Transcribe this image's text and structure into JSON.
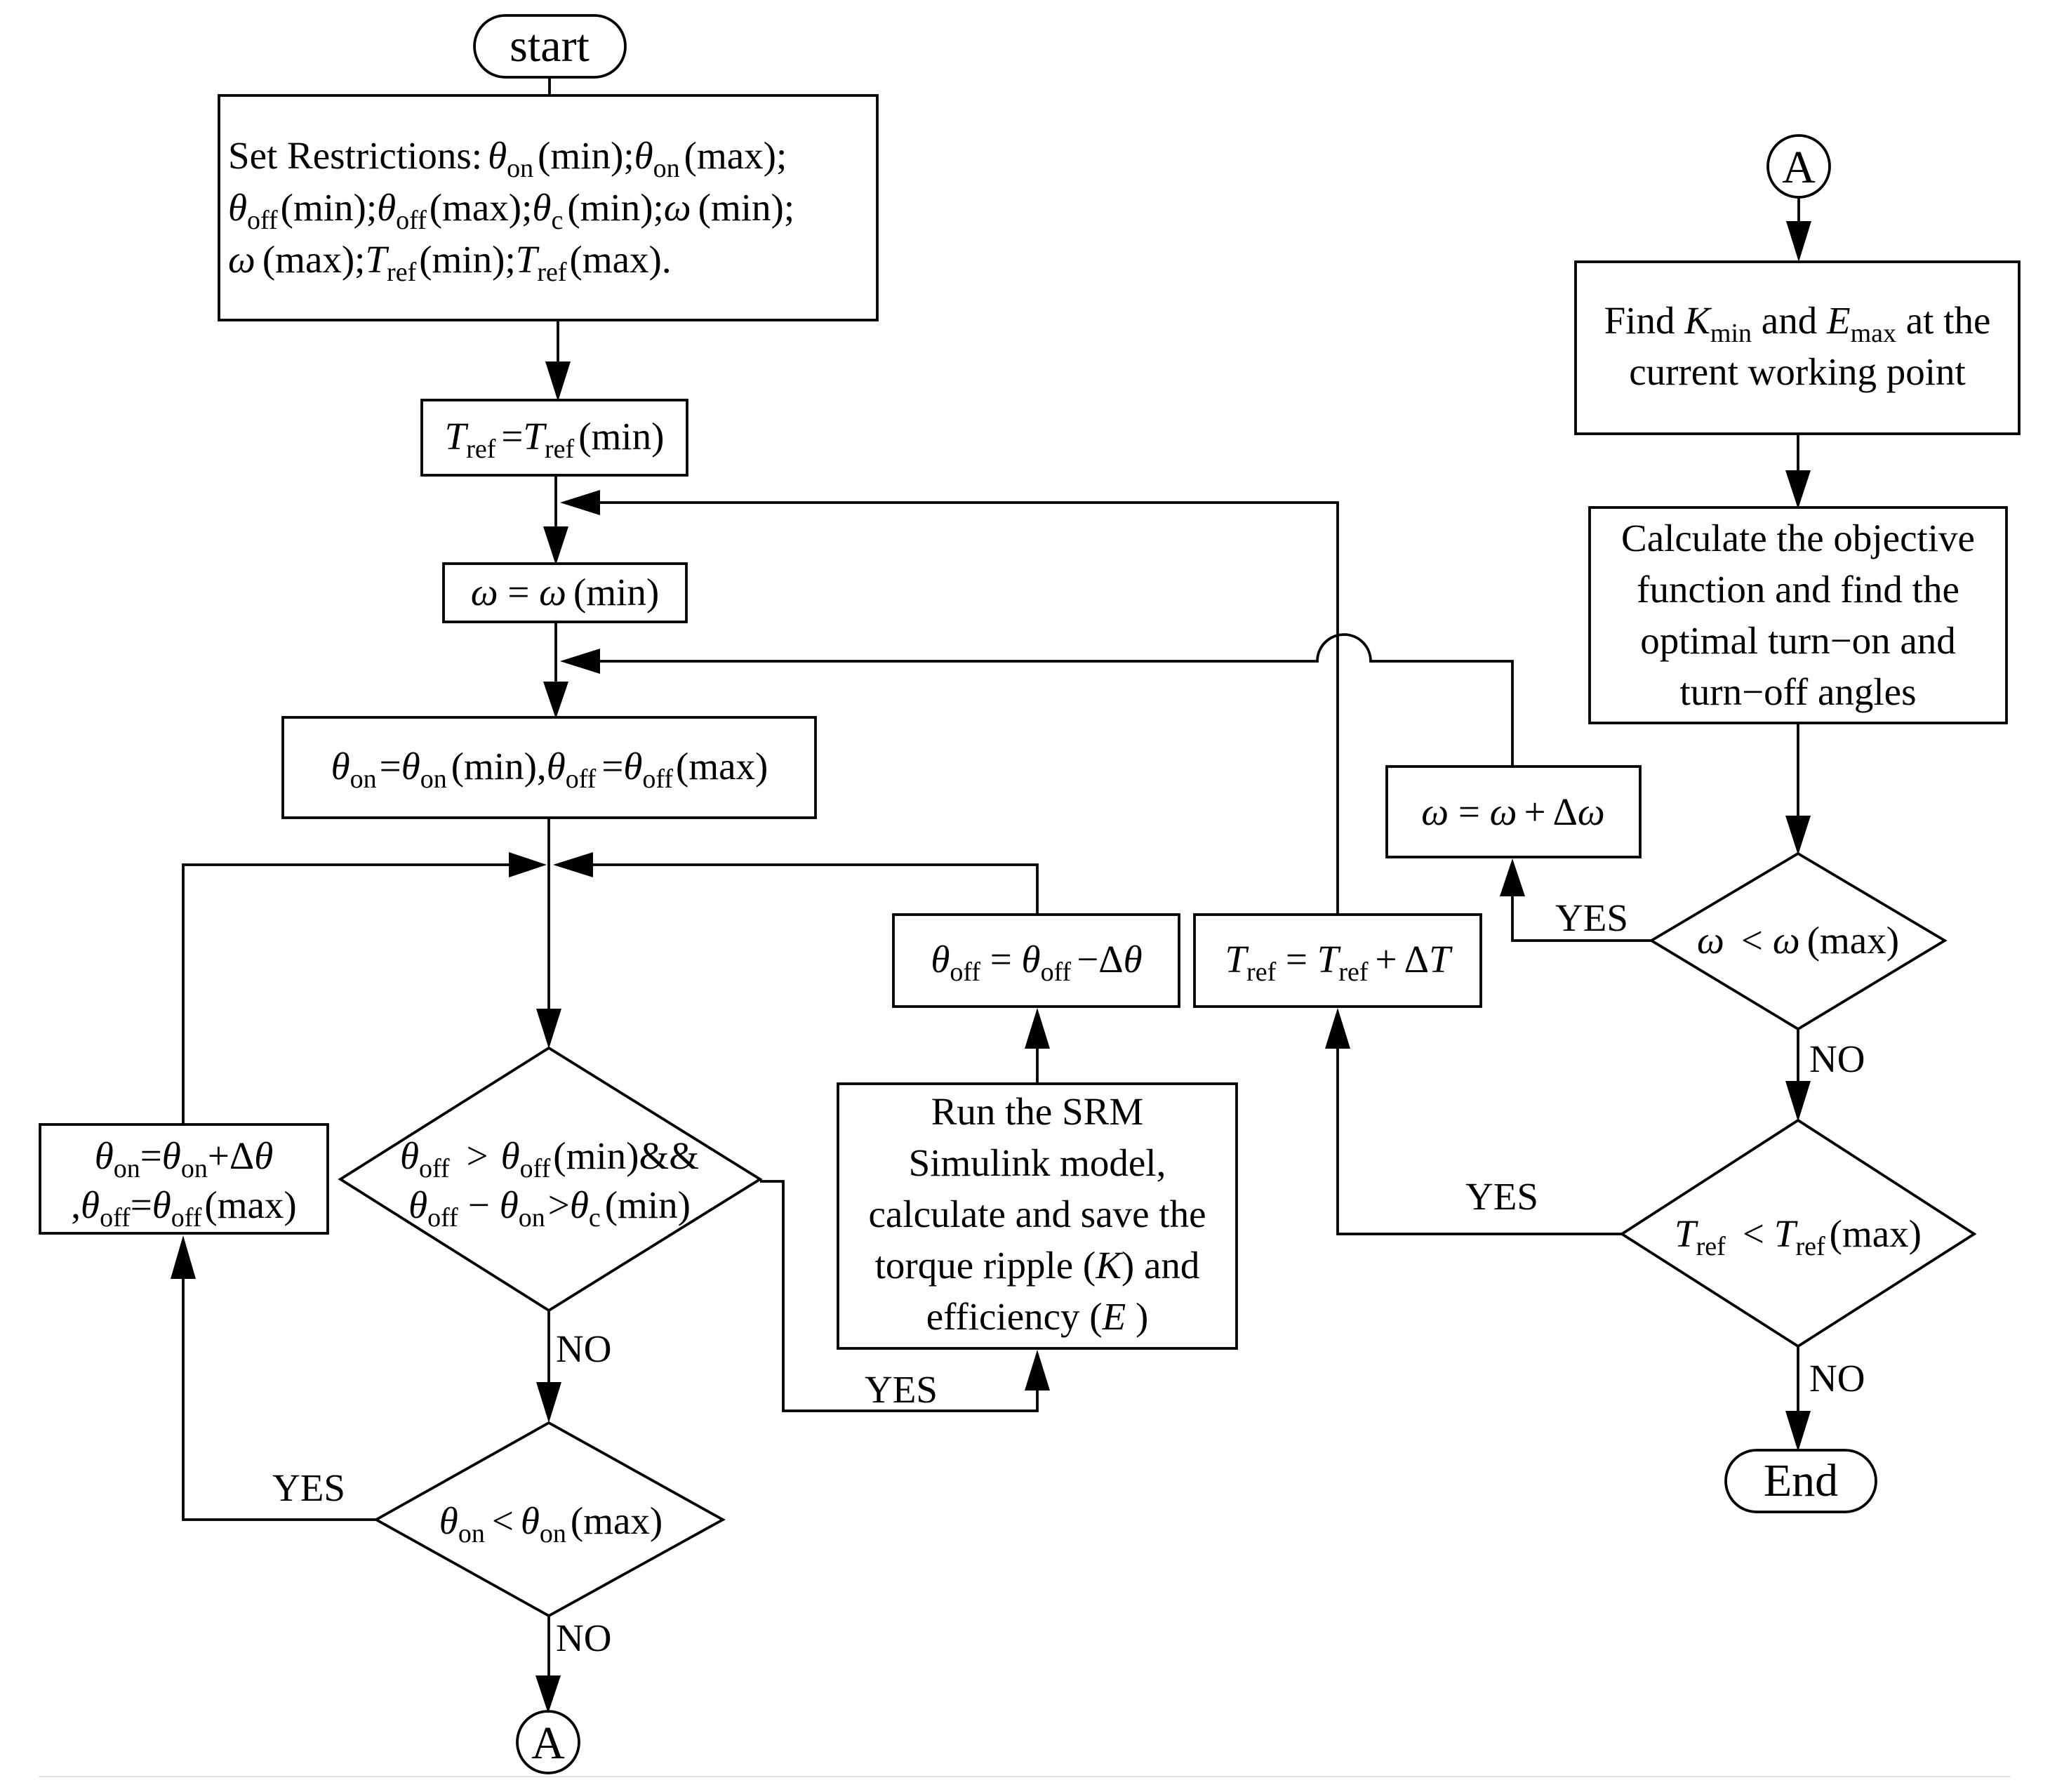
{
  "terminals": {
    "start": "start",
    "end": "End",
    "connector": "A"
  },
  "symbols": {
    "theta": "θ",
    "omega": "ω",
    "T": "T",
    "K": "K",
    "E": "E",
    "delta": "Δ",
    "sub_on": "on",
    "sub_off": "off",
    "sub_c": "c",
    "sub_ref": "ref",
    "sub_min": "min",
    "sub_max": "max"
  },
  "text": {
    "set_restrictions": "Set Restrictions:",
    "min": "(min)",
    "max": "(max)",
    "semi": ";",
    "period": ".",
    "eq": "=",
    "eq_spaced": " = ",
    "lt": "<",
    "gt": ">",
    "plus": "+",
    "minus": "−",
    "and": "&&",
    "comma": ",",
    "min_comma": "(min),",
    "run1": "Run the SRM",
    "run2": "Simulink model,",
    "run3": "calculate and save the",
    "run4a": "torque ripple (",
    "run4b": ") and",
    "run5a": "efficiency (",
    "run5b": " )",
    "find1a": "Find ",
    "find1b": " and ",
    "find1c": " at the",
    "find2": "current working point",
    "calc1": "Calculate the objective",
    "calc2": "function and find the",
    "calc3": "optimal turn−on and",
    "calc4": "turn−off angles"
  },
  "edge_labels": {
    "yes": "YES",
    "no": "NO"
  }
}
